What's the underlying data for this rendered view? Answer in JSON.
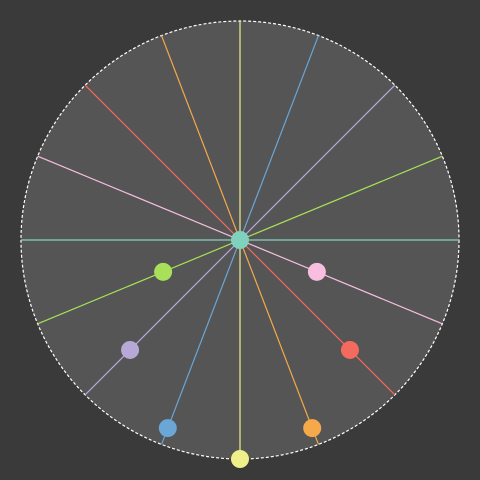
{
  "canvas": {
    "background_color": "#3a3a3a",
    "disc_color": "#555555",
    "rim_color": "#ffffff",
    "rim_style": "dashed"
  },
  "hub": {
    "color": "#7fd3be"
  },
  "lines": [
    {
      "name": "yellow-line",
      "color": "#f0f08a",
      "angle_deg": 90,
      "bead": {
        "position": 1.0,
        "side": "positive"
      }
    },
    {
      "name": "blue-line",
      "color": "#6aa6d6",
      "angle_deg": 69,
      "bead": {
        "position": 0.92,
        "side": "negative"
      }
    },
    {
      "name": "purple-line",
      "color": "#b7a8d8",
      "angle_deg": 45,
      "bead": {
        "position": 0.71,
        "side": "negative"
      }
    },
    {
      "name": "green-line",
      "color": "#a8e05a",
      "angle_deg": 22.5,
      "bead": {
        "position": 0.38,
        "side": "negative"
      }
    },
    {
      "name": "teal-line",
      "color": "#7fd3be",
      "angle_deg": 0,
      "bead": null
    },
    {
      "name": "pink-line",
      "color": "#f7bedf",
      "angle_deg": -22.5,
      "bead": {
        "position": 0.38,
        "side": "positive"
      }
    },
    {
      "name": "red-line",
      "color": "#f56a5e",
      "angle_deg": -45,
      "bead": {
        "position": 0.71,
        "side": "positive"
      }
    },
    {
      "name": "orange-line",
      "color": "#f5a94a",
      "angle_deg": -69,
      "bead": {
        "position": 0.92,
        "side": "positive"
      }
    }
  ]
}
